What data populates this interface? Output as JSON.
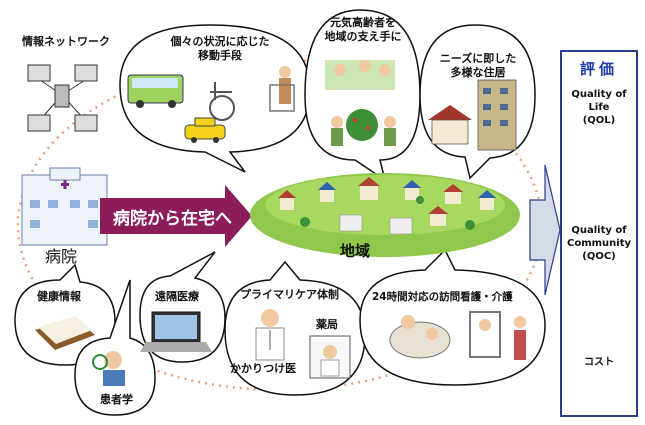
{
  "top": {
    "network": "情報ネットワーク",
    "mobility": [
      "個々の状況に応じた",
      "移動手段"
    ],
    "elderly": [
      "元気高齢者を",
      "地域の支え手に"
    ],
    "housing": [
      "ニーズに即した",
      "多様な住居"
    ]
  },
  "center": {
    "hospital": "病院",
    "arrow": "病院から在宅へ",
    "region": "地域"
  },
  "bottom": {
    "health_info": "健康情報",
    "patient_study": "患者学",
    "telemedicine": "遠隔医療",
    "primary_care": "プライマリケア体制",
    "pharmacy": "薬局",
    "family_doctor": "かかりつけ医",
    "home_nursing": "24時間対応の訪問看護・介護"
  },
  "evaluation": {
    "title": "評価",
    "qol": [
      "Quality of",
      "Life",
      "(QOL)"
    ],
    "qoc": [
      "Quality of",
      "Community",
      "(QOC)"
    ],
    "cost": "コスト"
  },
  "colors": {
    "arrow": "#8b1e5a",
    "panel_border": "#2a3a8c",
    "dotted_ellipse": "#e8a07a"
  }
}
